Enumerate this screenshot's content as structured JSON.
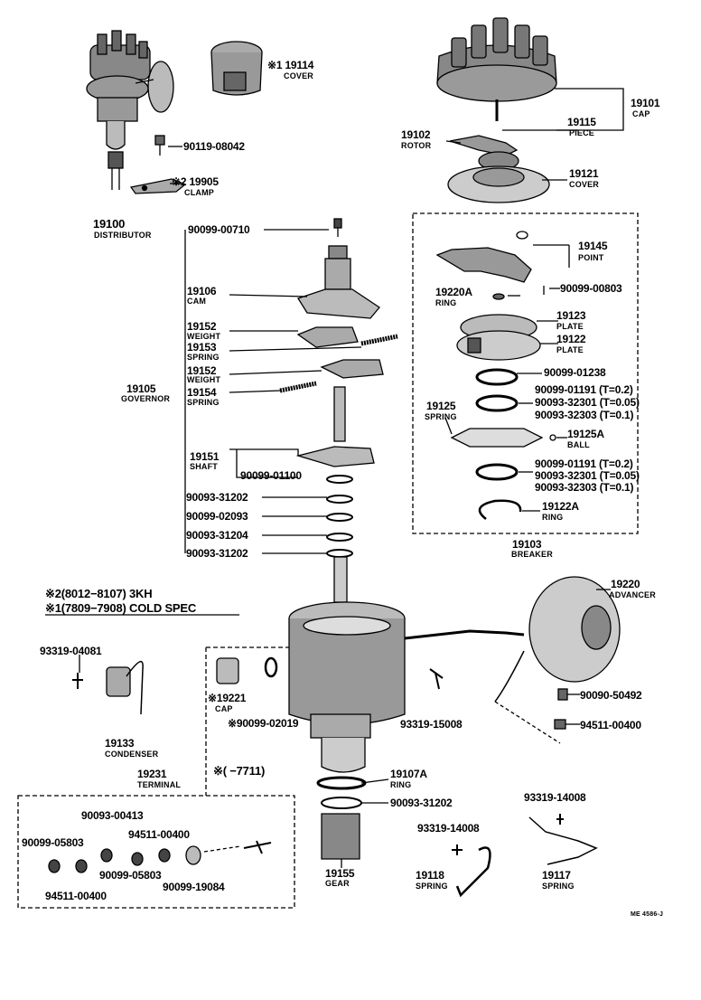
{
  "top_left": {
    "distributor_num": "19100",
    "distributor_name": "DISTRIBUTOR",
    "cover_num": "※1 19114",
    "cover_name": "COVER",
    "bolt_num": "90119-08042",
    "clamp_num": "※2 19905",
    "clamp_name": "CLAMP"
  },
  "cap_group": {
    "cap_num": "19101",
    "cap_name": "CAP",
    "piece_num": "19115",
    "piece_name": "PIECE",
    "rotor_num": "19102",
    "rotor_name": "ROTOR",
    "cover_num": "19121",
    "cover_name": "COVER"
  },
  "breaker_group": {
    "point_num": "19145",
    "point_name": "POINT",
    "screw_num": "90099-00803",
    "ring_num": "19220A",
    "ring_name": "RING",
    "plate1_num": "19123",
    "plate1_name": "PLATE",
    "plate2_num": "19122",
    "plate2_name": "PLATE",
    "washer_num": "90099-01238",
    "shim1": [
      "90099-01191 (T=0.2)",
      "90093-32301 (T=0.05)",
      "90093-32303 (T=0.1)"
    ],
    "spring_num": "19125",
    "spring_name": "SPRING",
    "ball_num": "19125A",
    "ball_name": "BALL",
    "shim2": [
      "90099-01191 (T=0.2)",
      "90093-32301 (T=0.05)",
      "90093-32303 (T=0.1)"
    ],
    "ring2_num": "19122A",
    "ring2_name": "RING",
    "breaker_num": "19103",
    "breaker_name": "BREAKER"
  },
  "governor_group": {
    "screw_num": "90099-00710",
    "cam_num": "19106",
    "cam_name": "CAM",
    "weight1_num": "19152",
    "weight1_name": "WEIGHT",
    "spring1_num": "19153",
    "spring1_name": "SPRING",
    "weight2_num": "19152",
    "weight2_name": "WEIGHT",
    "spring2_num": "19154",
    "spring2_name": "SPRING",
    "governor_num": "19105",
    "governor_name": "GOVERNOR",
    "shaft_num": "19151",
    "shaft_name": "SHAFT",
    "shaft_pin": "90099-01100",
    "washers": [
      "90093-31202",
      "90099-02093",
      "90093-31204",
      "90093-31202"
    ]
  },
  "notes": {
    "note2": "※2(8012−8107) 3KH",
    "note1": "※1(7809−7908) COLD SPEC"
  },
  "housing_group": {
    "advancer_num": "19220",
    "advancer_name": "ADVANCER",
    "screw1": "93319-04081",
    "condenser_num": "19133",
    "condenser_name": "CONDENSER",
    "cap_num": "※19221",
    "cap_name": "CAP",
    "oring": "※90099-02019",
    "screw2": "93319-15008",
    "screw3": "90090-50492",
    "nut": "94511-00400",
    "terminal_num": "19231",
    "terminal_name": "TERMINAL",
    "range_note": "※(     −7711)",
    "ring_num": "19107A",
    "ring_name": "RING",
    "washer": "90093-31202",
    "gear_num": "19155",
    "gear_name": "GEAR"
  },
  "terminal_group": {
    "nut1": "90093-00413",
    "washer1": "90099-05803",
    "nut2": "94511-00400",
    "washer2": "90099-05803",
    "insulator": "90099-19084",
    "bottom_nut": "94511-00400"
  },
  "springs_group": {
    "screw_a": "93319-14008",
    "spring18_num": "19118",
    "spring18_name": "SPRING",
    "screw_b": "93319-14008",
    "spring17_num": "19117",
    "spring17_name": "SPRING"
  },
  "footer": {
    "code": "ME 4586-J"
  }
}
